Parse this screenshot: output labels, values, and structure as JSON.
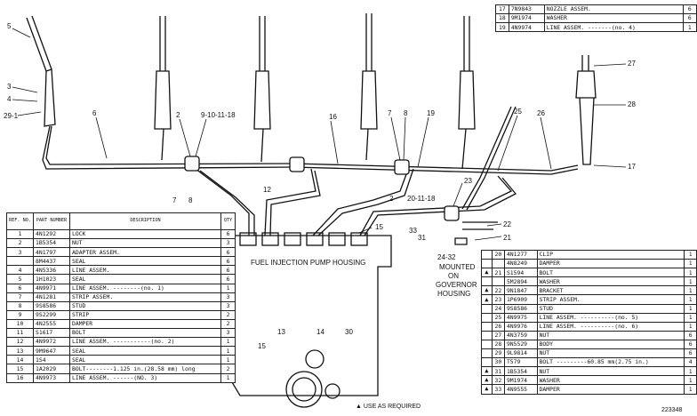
{
  "diagram": {
    "pump_label": "FUEL INJECTION PUMP HOUSING",
    "mounted_note": [
      "MOUNTED",
      "ON",
      "GOVERNOR",
      "HOUSING"
    ],
    "callouts": {
      "c5": "5",
      "c3": "3",
      "c4": "4",
      "c29": "29-1",
      "c6": "6",
      "c2a": "2",
      "c9": "9-10-11-18",
      "c7a": "7",
      "c8a": "8",
      "c12": "12",
      "c16": "16",
      "c7b": "7",
      "c8b": "8",
      "c19": "19",
      "c2b": "2",
      "c20": "20-11-18",
      "c25": "25",
      "c26": "26",
      "c27": "27",
      "c28": "28",
      "c17": "17",
      "c23": "23",
      "c22": "22",
      "c21": "21",
      "c33": "33",
      "c31": "31",
      "c2432": "24-32",
      "c15a": "15",
      "c15b": "15",
      "c13": "13",
      "c14": "14",
      "c30": "30"
    }
  },
  "headers": {
    "ref": "REF. NO.",
    "part": "PART NUMBER",
    "desc": "DESCRIPTION",
    "qty": "QTY"
  },
  "left_table": [
    {
      "ref": "1",
      "part": "4N1292",
      "desc": "LOCK",
      "qty": "6"
    },
    {
      "ref": "2",
      "part": "1B5354",
      "desc": "NUT",
      "qty": "3"
    },
    {
      "ref": "3",
      "part": "4N1797",
      "desc": "ADAPTER ASSEM.",
      "qty": "6"
    },
    {
      "ref": "",
      "part": "8M4437",
      "desc": "    SEAL",
      "qty": "6"
    },
    {
      "ref": "4",
      "part": "4N5336",
      "desc": "LINE ASSEM.",
      "qty": "6"
    },
    {
      "ref": "5",
      "part": "1H1023",
      "desc": "SEAL",
      "qty": "6"
    },
    {
      "ref": "6",
      "part": "4N9971",
      "desc": "LINE ASSEM. --------(no. 1)",
      "qty": "1"
    },
    {
      "ref": "7",
      "part": "4N1281",
      "desc": "STRIP ASSEM.",
      "qty": "3"
    },
    {
      "ref": "8",
      "part": "9S8586",
      "desc": "    STUD",
      "qty": "3"
    },
    {
      "ref": "9",
      "part": "9S2299",
      "desc": "STRIP",
      "qty": "2"
    },
    {
      "ref": "10",
      "part": "4N2555",
      "desc": "DAMPER",
      "qty": "2"
    },
    {
      "ref": "11",
      "part": "S1617",
      "desc": "BOLT",
      "qty": "3"
    },
    {
      "ref": "12",
      "part": "4N9972",
      "desc": "LINE ASSEM. -----------(no. 2)",
      "qty": "1"
    },
    {
      "ref": "13",
      "part": "9M9647",
      "desc": "SEAL",
      "qty": "1"
    },
    {
      "ref": "14",
      "part": "1S4",
      "desc": "SEAL",
      "qty": "1"
    },
    {
      "ref": "15",
      "part": "1A2029",
      "desc": "BOLT--------1.125 in.(28.58 mm) long",
      "qty": "2"
    },
    {
      "ref": "16",
      "part": "4N9973",
      "desc": "LINE ASSEM. ------(NO. 3)",
      "qty": "1"
    }
  ],
  "top_table": [
    {
      "ref": "17",
      "part": "7N9843",
      "desc": "NOZZLE ASSEM.",
      "qty": "6"
    },
    {
      "ref": "18",
      "part": "9M1974",
      "desc": "WASHER",
      "qty": "6"
    },
    {
      "ref": "19",
      "part": "4N9974",
      "desc": "LINE ASSEM. -------(no. 4)",
      "qty": "1"
    }
  ],
  "right_table": [
    {
      "mk": "",
      "ref": "20",
      "part": "4N1277",
      "desc": "CLIP",
      "qty": "1"
    },
    {
      "mk": "",
      "ref": "",
      "part": "4N8249",
      "desc": "DAMPER",
      "qty": "1"
    },
    {
      "mk": "▲",
      "ref": "21",
      "part": "S1594",
      "desc": "BOLT",
      "qty": "1"
    },
    {
      "mk": "",
      "ref": "",
      "part": "5M2894",
      "desc": "WASHER",
      "qty": "1"
    },
    {
      "mk": "▲",
      "ref": "22",
      "part": "9N1847",
      "desc": "BRACKET",
      "qty": "1"
    },
    {
      "mk": "▲",
      "ref": "23",
      "part": "1P6909",
      "desc": "STRIP ASSEM.",
      "qty": "1"
    },
    {
      "mk": "",
      "ref": "24",
      "part": "9S8586",
      "desc": "    STUD",
      "qty": "1"
    },
    {
      "mk": "",
      "ref": "25",
      "part": "4N9975",
      "desc": "LINE ASSEM. ----------(no. 5)",
      "qty": "1"
    },
    {
      "mk": "",
      "ref": "26",
      "part": "4N9976",
      "desc": "LINE ASSEM. ----------(no. 6)",
      "qty": "1"
    },
    {
      "mk": "",
      "ref": "27",
      "part": "4N3759",
      "desc": "NUT",
      "qty": "6"
    },
    {
      "mk": "",
      "ref": "28",
      "part": "9N5529",
      "desc": "BODY",
      "qty": "6"
    },
    {
      "mk": "",
      "ref": "29",
      "part": "9L9814",
      "desc": "NUT",
      "qty": "6"
    },
    {
      "mk": "",
      "ref": "30",
      "part": "T579",
      "desc": "BOLT ---------60.85 mm(2.75 in.)",
      "qty": "4"
    },
    {
      "mk": "▲",
      "ref": "31",
      "part": "1B5354",
      "desc": "NUT",
      "qty": "1"
    },
    {
      "mk": "▲",
      "ref": "32",
      "part": "9M1974",
      "desc": "WASHER",
      "qty": "1"
    },
    {
      "mk": "▲",
      "ref": "33",
      "part": "4N9555",
      "desc": "DAMPER",
      "qty": "1"
    }
  ],
  "footer": {
    "note": "▲ USE AS REQUIRED",
    "figure_id": "223348"
  }
}
